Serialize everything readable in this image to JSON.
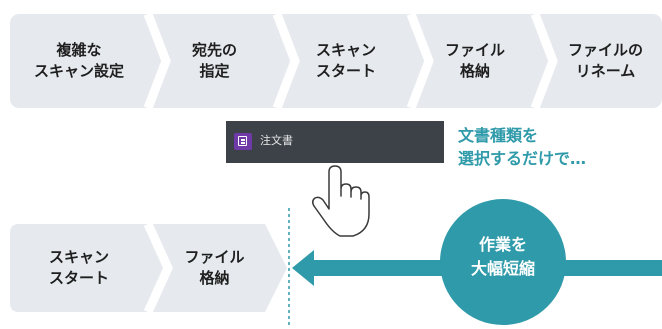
{
  "colors": {
    "flow_background": "#e6eaee",
    "chevron_gap": "#ffffff",
    "accent": "#2f9aa9",
    "selector_background": "#3d4249",
    "icon_purple": "#6f3aa8"
  },
  "before_flow": {
    "steps": [
      {
        "label": "複雑な\nスキャン設定"
      },
      {
        "label": "宛先の\n指定"
      },
      {
        "label": "スキャン\nスタート"
      },
      {
        "label": "ファイル\n格納"
      },
      {
        "label": "ファイルの\nリネーム"
      }
    ]
  },
  "selector": {
    "icon": "document-type-icon",
    "document_type": "注文書"
  },
  "note": {
    "text": "文書種類を\n選択するだけで…"
  },
  "pointer": {
    "icon": "hand-pointer-icon"
  },
  "after_flow": {
    "steps": [
      {
        "label": "スキャン\nスタート"
      },
      {
        "label": "ファイル\n格納"
      }
    ]
  },
  "callout": {
    "label": "作業を\n大幅短縮"
  }
}
